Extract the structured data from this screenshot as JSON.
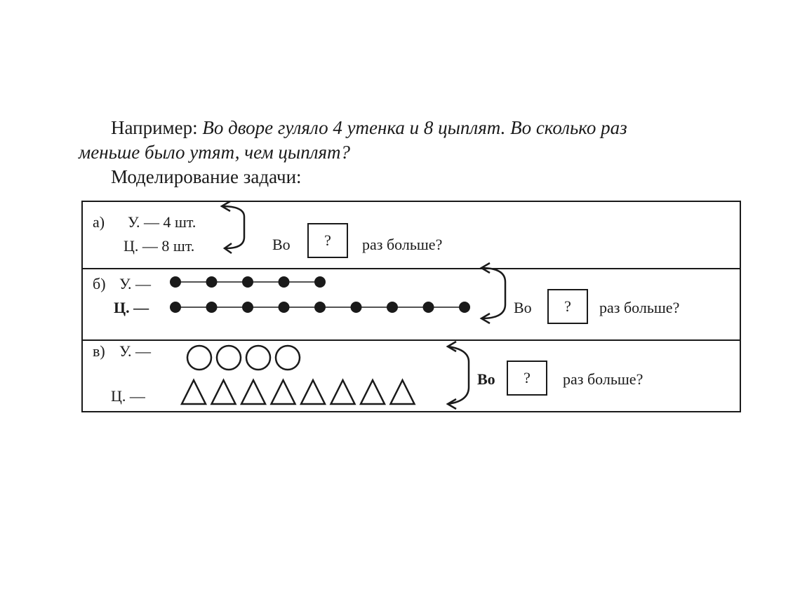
{
  "intro": {
    "lead": "Например:",
    "problem_line1": "Во дворе гуляло 4 утенка и 8 цыплят. Во сколько раз",
    "problem_line2": "меньше было утят, чем цыплят?",
    "modeling": "Моделирование задачи:"
  },
  "panels": {
    "a": {
      "marker": "а)",
      "row1": "У. — 4 шт.",
      "row2": "Ц. — 8 шт.",
      "vo": "Во",
      "question": "?",
      "suffix": "раз больше?"
    },
    "b": {
      "marker": "б)",
      "row1": "У. —",
      "row2": "Ц. —",
      "dots_row1": 5,
      "dots_row2": 9,
      "vo": "Во",
      "question": "?",
      "suffix": "раз больше?"
    },
    "c": {
      "marker": "в)",
      "row1": "У. —",
      "row2": "Ц. —",
      "circles": 4,
      "triangles": 8,
      "vo": "Во",
      "question": "?",
      "suffix": "раз больше?"
    }
  },
  "colors": {
    "ink": "#1a1a1a"
  }
}
